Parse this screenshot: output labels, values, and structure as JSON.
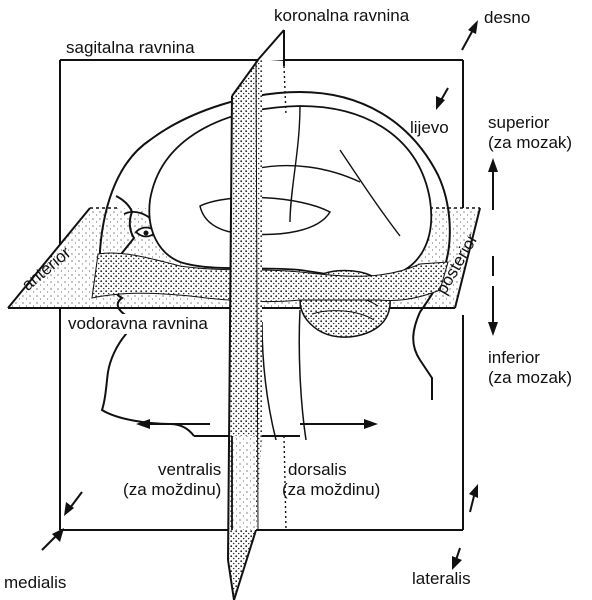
{
  "planes": {
    "sagittal": "sagitalna ravnina",
    "coronal": "koronalna ravnina",
    "horizontal": "vodoravna ravnina"
  },
  "directions": {
    "right": "desno",
    "left": "lijevo",
    "superior": "superior",
    "superior_note": "(za mozak)",
    "inferior": "inferior",
    "inferior_note": "(za mozak)",
    "anterior": "anterior",
    "posterior": "posterior",
    "ventral": "ventralis",
    "ventral_note": "(za moždinu)",
    "dorsal": "dorsalis",
    "dorsal_note": "(za moždinu)",
    "medial": "medialis",
    "lateral": "lateralis"
  },
  "colors": {
    "ink": "#111111",
    "stipple": "#555555"
  }
}
